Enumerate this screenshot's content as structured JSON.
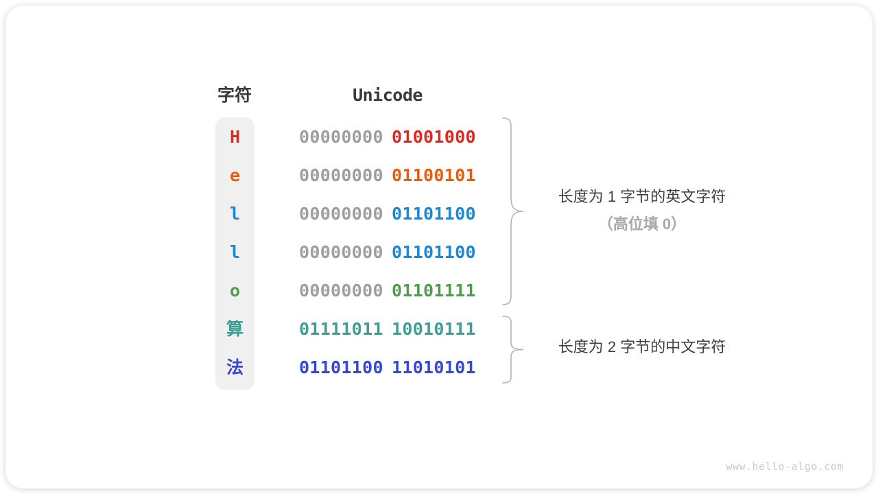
{
  "table": {
    "headers": {
      "char": "字符",
      "unicode": "Unicode"
    },
    "rows": [
      {
        "char": "H",
        "byte1": "00000000",
        "byte2": "01001000",
        "char_color": "#e0261d",
        "byte1_color": "#9e9e9e",
        "byte2_color": "#e0261d"
      },
      {
        "char": "e",
        "byte1": "00000000",
        "byte2": "01100101",
        "char_color": "#ee5a07",
        "byte1_color": "#9e9e9e",
        "byte2_color": "#ee5a07"
      },
      {
        "char": "l",
        "byte1": "00000000",
        "byte2": "01101100",
        "char_color": "#1787d9",
        "byte1_color": "#9e9e9e",
        "byte2_color": "#1787d9"
      },
      {
        "char": "l",
        "byte1": "00000000",
        "byte2": "01101100",
        "char_color": "#1787d9",
        "byte1_color": "#9e9e9e",
        "byte2_color": "#1787d9"
      },
      {
        "char": "o",
        "byte1": "00000000",
        "byte2": "01101111",
        "char_color": "#4a9e49",
        "byte1_color": "#9e9e9e",
        "byte2_color": "#4a9e49"
      },
      {
        "char": "算",
        "byte1": "01111011",
        "byte2": "10010111",
        "char_color": "#3f9d93",
        "byte1_color": "#3f9d93",
        "byte2_color": "#3f9d93"
      },
      {
        "char": "法",
        "byte1": "01101100",
        "byte2": "11010101",
        "char_color": "#3447da",
        "byte1_color": "#3447da",
        "byte2_color": "#3447da"
      }
    ]
  },
  "annotations": [
    {
      "line1": "长度为 1 字节的英文字符",
      "line2": "（高位填 0）"
    },
    {
      "line1": "长度为 2 字节的中文字符"
    }
  ],
  "colors": {
    "column_bg": "#f0f0f0",
    "byte_gray": "#9e9e9e",
    "brace": "#b3b3b3",
    "label_dark": "#3f3f3f",
    "label_gray": "#a8a8a8"
  },
  "watermark": "www.hello-algo.com"
}
